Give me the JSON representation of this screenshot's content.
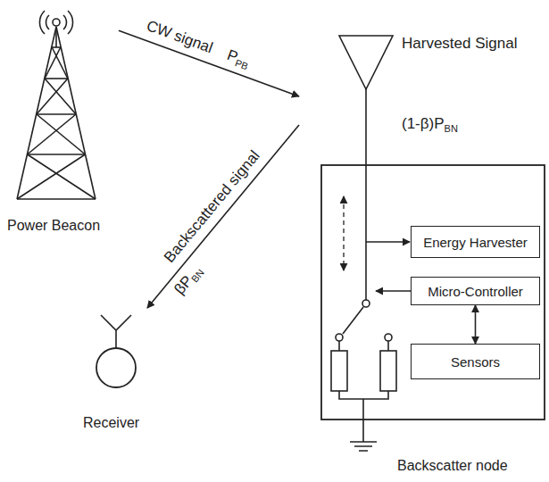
{
  "diagram": {
    "nodes": [
      {
        "text": [
          "Power Beacon"
        ]
      },
      {
        "text": [
          "Backscatter node"
        ]
      },
      {
        "text": [
          "Energy Harvester"
        ],
        "in": 1
      },
      {
        "text": [
          "Micro-Controller"
        ],
        "in": 1
      },
      {
        "text": [
          "Sensors"
        ],
        "in": 1
      },
      {
        "text": [
          "Receiver"
        ]
      }
    ],
    "edges": [
      {
        "from": 0,
        "to": 1,
        "label": "CW signal",
        "arrow": "to"
      },
      {
        "from": 1,
        "to": 5,
        "label": "Backscattered signal",
        "arrow": "to"
      },
      {
        "from": 3,
        "to": 4,
        "arrow": "both"
      }
    ],
    "labels": [
      "P",
      "PB",
      "Harvested Signal",
      "(1-β)P",
      "BN",
      "βP",
      "BN"
    ]
  }
}
